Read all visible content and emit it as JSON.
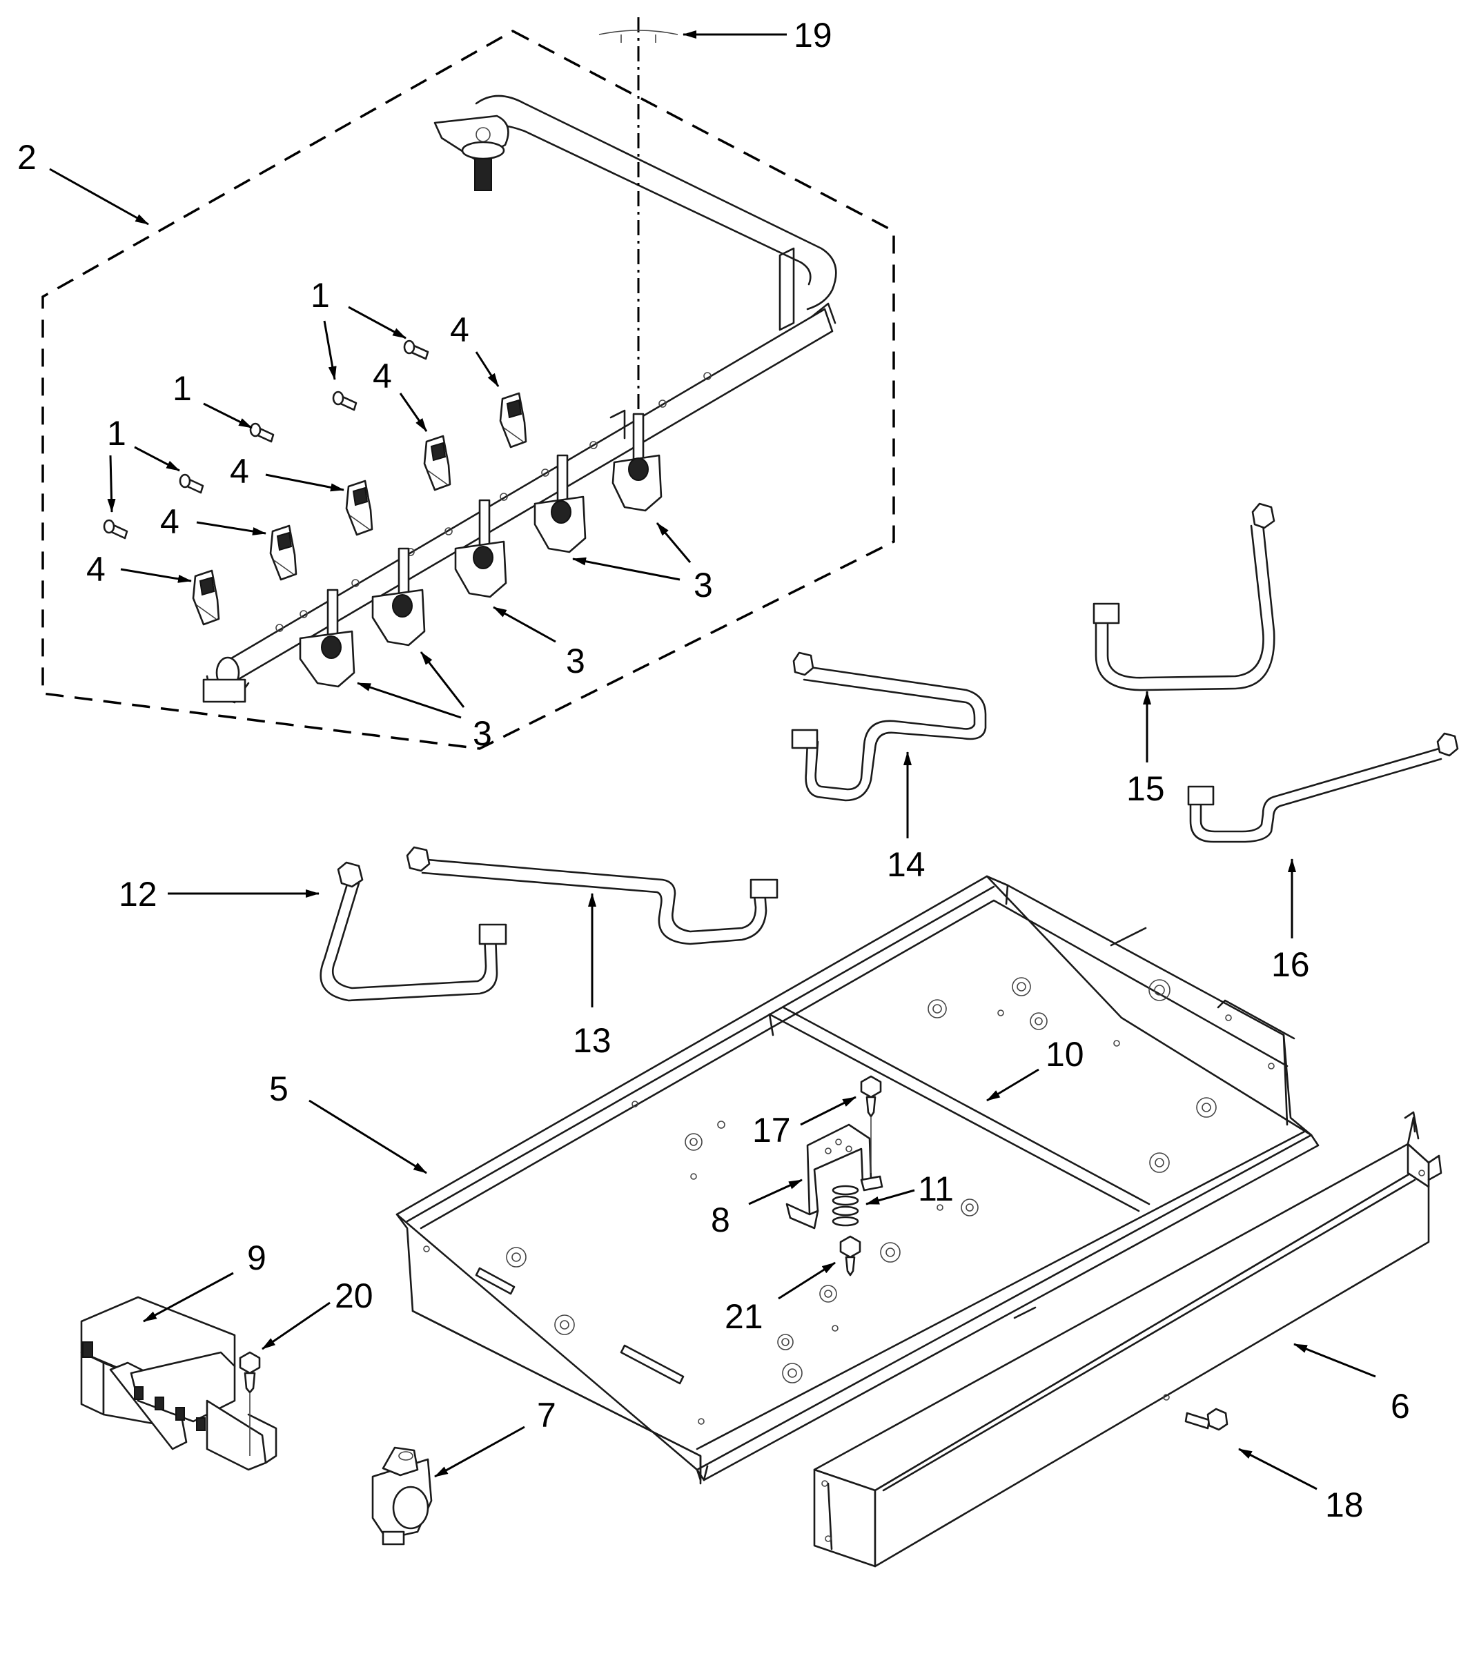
{
  "diagram": {
    "callouts": [
      {
        "id": "c19a",
        "label": "19"
      },
      {
        "id": "c2",
        "label": "2"
      },
      {
        "id": "c1a",
        "label": "1"
      },
      {
        "id": "c1b",
        "label": "1"
      },
      {
        "id": "c1c",
        "label": "1"
      },
      {
        "id": "c1d",
        "label": "1"
      },
      {
        "id": "c4a",
        "label": "4"
      },
      {
        "id": "c4b",
        "label": "4"
      },
      {
        "id": "c4c",
        "label": "4"
      },
      {
        "id": "c4d",
        "label": "4"
      },
      {
        "id": "c4e",
        "label": "4"
      },
      {
        "id": "c3a",
        "label": "3"
      },
      {
        "id": "c3b",
        "label": "3"
      },
      {
        "id": "c3c",
        "label": "3"
      },
      {
        "id": "c12",
        "label": "12"
      },
      {
        "id": "c13",
        "label": "13"
      },
      {
        "id": "c14",
        "label": "14"
      },
      {
        "id": "c15",
        "label": "15"
      },
      {
        "id": "c16",
        "label": "16"
      },
      {
        "id": "c5",
        "label": "5"
      },
      {
        "id": "c10",
        "label": "10"
      },
      {
        "id": "c17",
        "label": "17"
      },
      {
        "id": "c8",
        "label": "8"
      },
      {
        "id": "c11",
        "label": "11"
      },
      {
        "id": "c21",
        "label": "21"
      },
      {
        "id": "c9",
        "label": "9"
      },
      {
        "id": "c20",
        "label": "20"
      },
      {
        "id": "c7",
        "label": "7"
      },
      {
        "id": "c6",
        "label": "6"
      },
      {
        "id": "c18",
        "label": "18"
      }
    ]
  }
}
